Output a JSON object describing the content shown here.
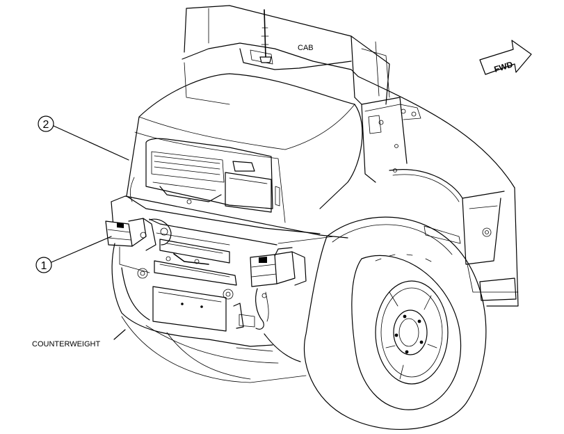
{
  "labels": {
    "cab": "CAB",
    "fwd": "FWD",
    "counterweight": "COUNTERWEIGHT"
  },
  "callouts": [
    {
      "number": "1"
    },
    {
      "number": "2"
    }
  ]
}
